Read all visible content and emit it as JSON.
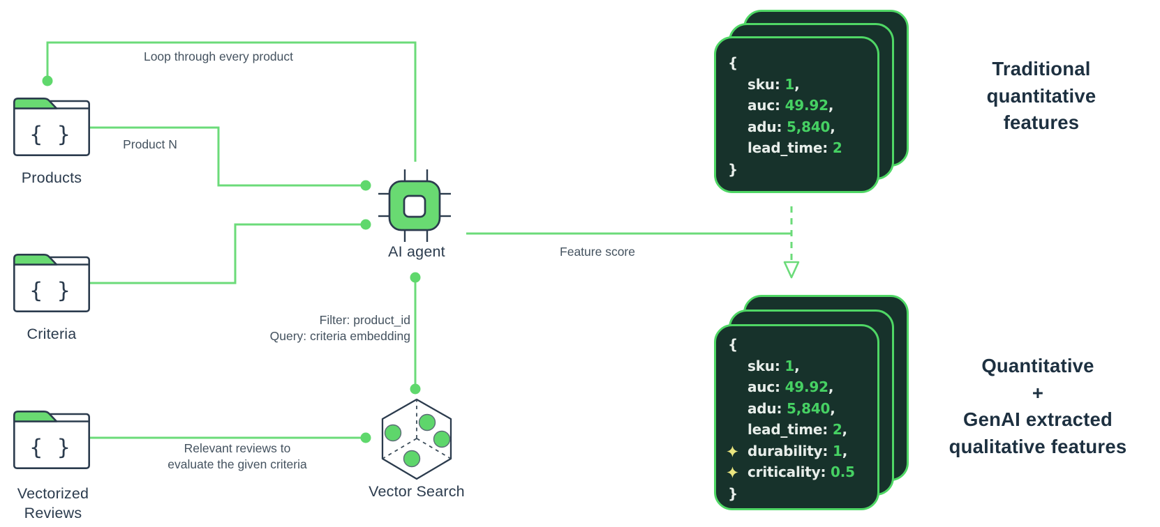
{
  "diagram": {
    "nodes": {
      "products": {
        "label": "Products",
        "glyph": "{ }"
      },
      "criteria": {
        "label": "Criteria",
        "glyph": "{ }"
      },
      "vectorized_reviews": {
        "label_line1": "Vectorized",
        "label_line2": "Reviews",
        "glyph": "{ }"
      },
      "ai_agent": {
        "label": "AI agent"
      },
      "vector_search": {
        "label": "Vector Search"
      }
    },
    "edges": {
      "loop": "Loop through every product",
      "product_n": "Product N",
      "feature_score": "Feature score",
      "filter_line1": "Filter: product_id",
      "filter_line2": "Query: criteria embedding",
      "reviews_line1": "Relevant reviews to",
      "reviews_line2": "evaluate the given criteria"
    },
    "outputs": {
      "traditional": {
        "heading": [
          "Traditional",
          "quantitative",
          "features"
        ],
        "open": "{",
        "close": "}",
        "rows": [
          {
            "k": "sku: ",
            "v": "1",
            "s": ","
          },
          {
            "k": "auc: ",
            "v": "49.92",
            "s": ","
          },
          {
            "k": "adu: ",
            "v": "5,840",
            "s": ","
          },
          {
            "k": "lead_time: ",
            "v": "2",
            "s": ""
          }
        ]
      },
      "enhanced": {
        "heading": [
          "Quantitative",
          "+",
          "GenAI extracted",
          "qualitative features"
        ],
        "open": "{",
        "close": "}",
        "rows": [
          {
            "k": "sku: ",
            "v": "1",
            "s": ","
          },
          {
            "k": "auc: ",
            "v": "49.92",
            "s": ","
          },
          {
            "k": "adu: ",
            "v": "5,840",
            "s": ","
          },
          {
            "k": "lead_time: ",
            "v": "2",
            "s": ","
          },
          {
            "k": "durability: ",
            "v": "1",
            "s": ",",
            "sparkle": true
          },
          {
            "k": "criticality: ",
            "v": "0.5",
            "s": "",
            "sparkle": true
          }
        ]
      }
    },
    "colors": {
      "accent_green": "#6bdb79",
      "node_green": "#69da72",
      "card_border": "#4fd765",
      "card_bg": "#17322b",
      "card_key_text": "#e8eeea",
      "card_value_green": "#46d163",
      "sparkle_yellow": "#eae57f",
      "outline_navy": "#2b3b4d",
      "label_navy": "#1d3040"
    }
  }
}
